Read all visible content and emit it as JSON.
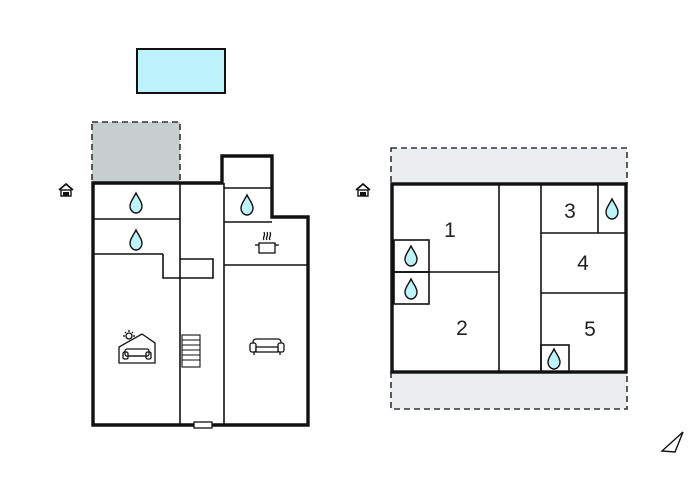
{
  "colors": {
    "wall": "#111111",
    "pool": "#bff3fb",
    "terrace": "#c8cdcd",
    "balcony": "#eaeeee",
    "water_drop": "#bff3fb",
    "line": "#333333"
  },
  "upper_floor": {
    "rooms": [
      {
        "label": "1"
      },
      {
        "label": "2"
      },
      {
        "label": "3"
      },
      {
        "label": "4"
      },
      {
        "label": "5"
      }
    ]
  },
  "icons": {
    "entrance": "house-entrance-icon",
    "water": "water-drop-icon",
    "kitchen": "cooking-pot-icon",
    "sofa": "sofa-icon",
    "fireplace": "fireplace-sofa-icon",
    "stairs": "stairs-icon",
    "compass": "north-arrow-icon"
  }
}
